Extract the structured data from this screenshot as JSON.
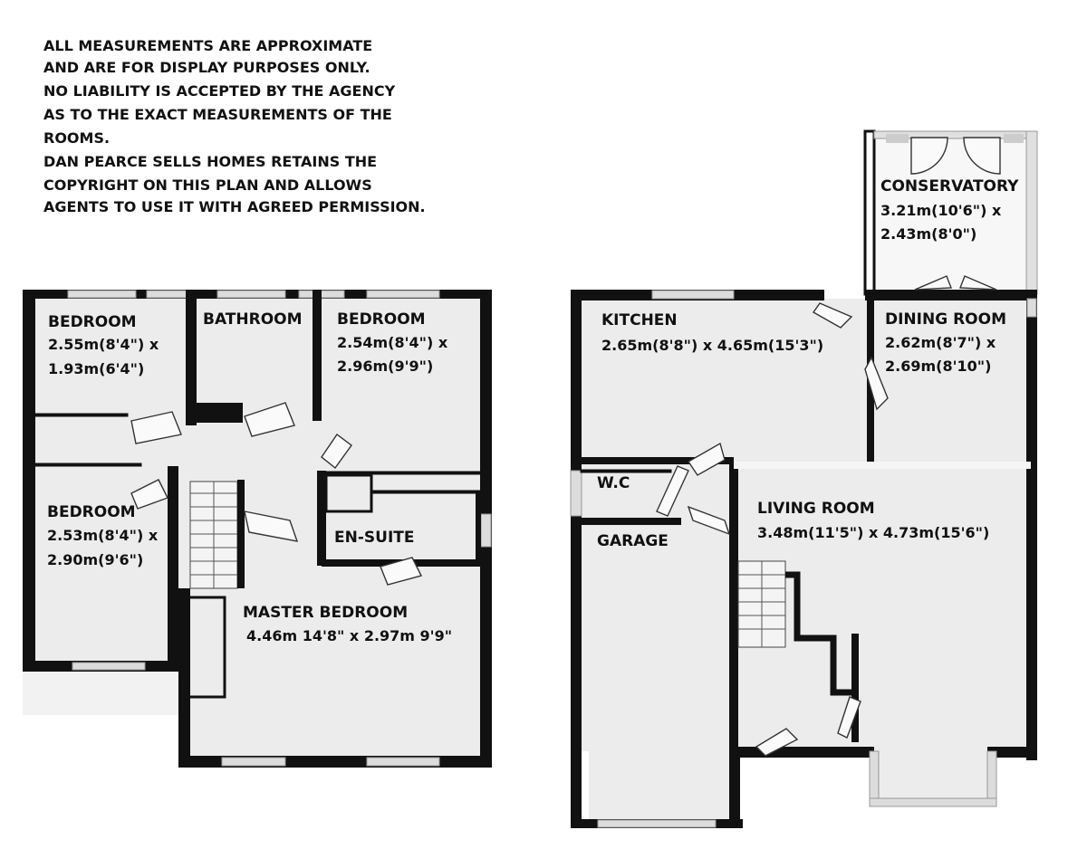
{
  "disclaimer": [
    "ALL MEASUREMENTS ARE APPROXIMATE",
    "AND ARE FOR DISPLAY PURPOSES ONLY.",
    "NO LIABILITY IS ACCEPTED BY THE AGENCY",
    "AS TO THE EXACT MEASUREMENTS OF THE",
    "ROOMS.",
    "DAN PEARCE SELLS HOMES RETAINS THE",
    "COPYRIGHT ON THIS PLAN AND ALLOWS",
    "AGENTS TO USE IT WITH AGREED PERMISSION."
  ],
  "first_floor": {
    "bedroom_1": {
      "name": "BEDROOM",
      "dim1": "2.55m(8'4\") x",
      "dim2": "1.93m(6'4\")"
    },
    "bathroom": {
      "name": "BATHROOM"
    },
    "bedroom_2": {
      "name": "BEDROOM",
      "dim1": "2.54m(8'4\") x",
      "dim2": "2.96m(9'9\")"
    },
    "bedroom_3": {
      "name": "BEDROOM",
      "dim1": "2.53m(8'4\") x",
      "dim2": "2.90m(9'6\")"
    },
    "en_suite": {
      "name": "EN-SUITE"
    },
    "master_bedroom": {
      "name": "MASTER BEDROOM",
      "dim1": "4.46m 14'8\" x 2.97m 9'9\""
    }
  },
  "ground_floor": {
    "conservatory": {
      "name": "CONSERVATORY",
      "dim1": "3.21m(10'6\") x",
      "dim2": "2.43m(8'0\")"
    },
    "kitchen": {
      "name": "KITCHEN",
      "dim1": "2.65m(8'8\") x 4.65m(15'3\")"
    },
    "dining_room": {
      "name": "DINING ROOM",
      "dim1": "2.62m(8'7\") x",
      "dim2": "2.69m(8'10\")"
    },
    "wc": {
      "name": "W.C"
    },
    "garage": {
      "name": "GARAGE"
    },
    "living_room": {
      "name": "LIVING ROOM",
      "dim1": "3.48m(11'5\") x 4.73m(15'6\")"
    }
  }
}
